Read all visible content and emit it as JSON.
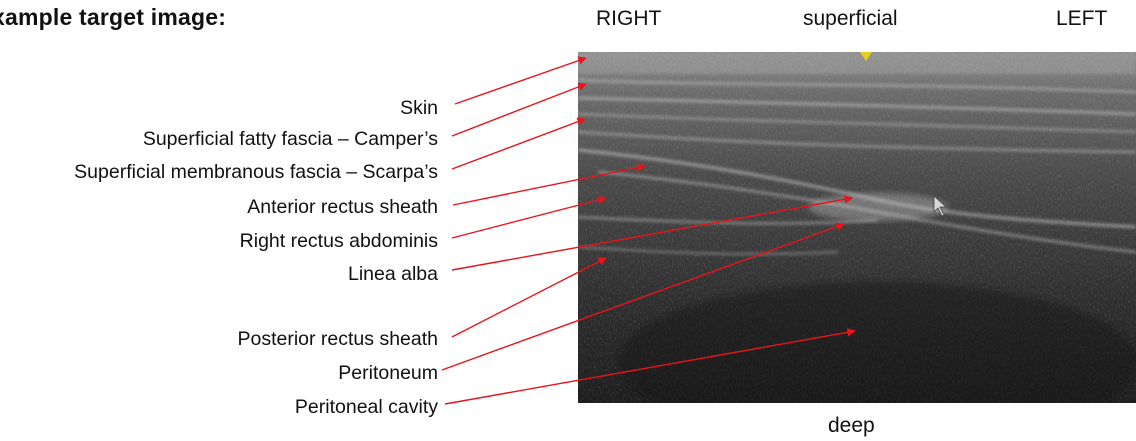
{
  "title": "xample target image:",
  "orientation": {
    "right": "RIGHT",
    "superficial": "superficial",
    "left": "LEFT",
    "deep": "deep"
  },
  "labels": [
    "Skin",
    "Superficial fatty fascia – Camper’s",
    "Superficial membranous fascia – Scarpa’s",
    "Anterior rectus sheath",
    "Right rectus abdominis",
    "Linea alba",
    "Posterior rectus sheath",
    "Peritoneum",
    "Peritoneal cavity"
  ],
  "colors": {
    "arrow": "#e8141a",
    "marker": "#e6d21a"
  }
}
